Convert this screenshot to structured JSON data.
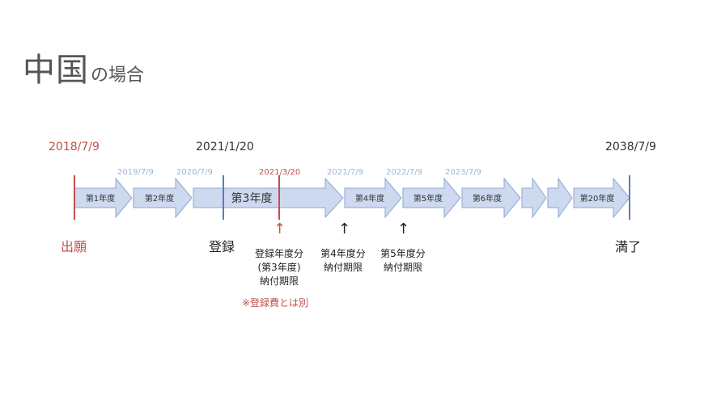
{
  "title": {
    "main": "中国",
    "suffix": "の場合"
  },
  "dates": {
    "filing": "2018/7/9",
    "registration": "2021/1/20",
    "expiry": "2038/7/9"
  },
  "small_dates": [
    "2019/7/9",
    "2020/7/9",
    "2021/3/20",
    "2021/7/9",
    "2022/7/9",
    "2023/7/9"
  ],
  "segments": [
    "第1年度",
    "第2年度",
    "",
    "第3年度",
    "第4年度",
    "第5年度",
    "第6年度",
    "",
    "",
    "第20年度"
  ],
  "events": {
    "filing": "出願",
    "registration": "登録",
    "expiry": "満了"
  },
  "notes": {
    "year3_line1": "登録年度分",
    "year3_line2": "(第3年度)",
    "year3_line3": "納付期限",
    "year4_line1": "第4年度分",
    "year4_line2": "納付期限",
    "year5_line1": "第5年度分",
    "year5_line2": "納付期限",
    "fee_note": "※登録費とは別"
  },
  "arrows": {
    "up": "↑"
  },
  "colors": {
    "arrow_fill": "#cdd9ef",
    "arrow_stroke": "#8ea6cf",
    "marker_blue": "#5b7db8",
    "marker_red": "#c0504d",
    "small_date": "#9fb6d8"
  }
}
